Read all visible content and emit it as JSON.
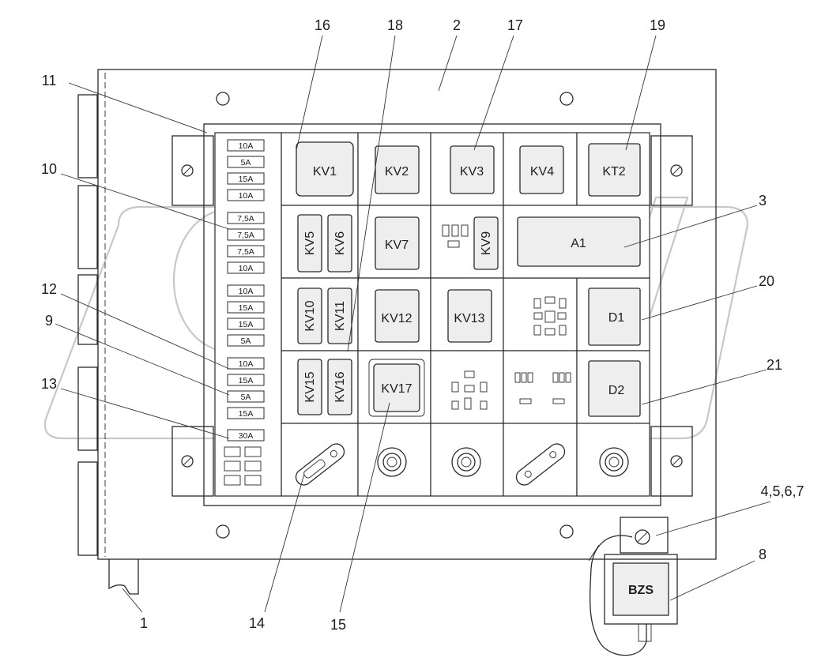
{
  "callouts": {
    "n1": "1",
    "n2": "2",
    "n3": "3",
    "n4567": "4,5,6,7",
    "n8": "8",
    "n9": "9",
    "n10": "10",
    "n11": "11",
    "n12": "12",
    "n13": "13",
    "n14": "14",
    "n15": "15",
    "n16": "16",
    "n17": "17",
    "n18": "18",
    "n19": "19",
    "n20": "20",
    "n21": "21"
  },
  "fuses": {
    "g1": [
      "10A",
      "5A",
      "15A",
      "10A"
    ],
    "g2": [
      "7,5A",
      "7,5A",
      "7,5A",
      "10A"
    ],
    "g3": [
      "10A",
      "15A",
      "15A",
      "5A"
    ],
    "g4": [
      "10A",
      "15A",
      "5A",
      "15A"
    ],
    "g5": [
      "30A"
    ]
  },
  "relays": {
    "kv1": "KV1",
    "kv2": "KV2",
    "kv3": "KV3",
    "kv4": "KV4",
    "kt2": "KT2",
    "kv5": "KV5",
    "kv6": "KV6",
    "kv7": "KV7",
    "kv9": "KV9",
    "a1": "A1",
    "kv10": "KV10",
    "kv11": "KV11",
    "kv12": "KV12",
    "kv13": "KV13",
    "d1": "D1",
    "kv15": "KV15",
    "kv16": "KV16",
    "kv17": "KV17",
    "d2": "D2"
  },
  "switch_label": "BZS"
}
